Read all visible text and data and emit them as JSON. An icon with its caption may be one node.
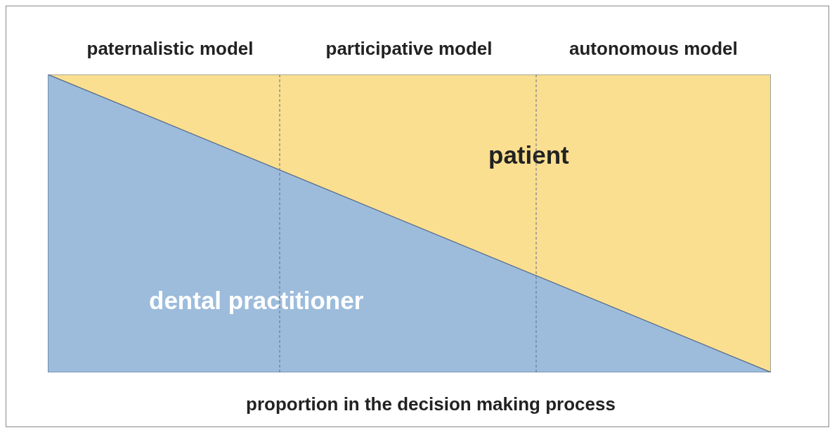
{
  "diagram": {
    "nodes": [
      {
        "text": [
          "patient"
        ]
      },
      {
        "text": [
          "dental practitioner"
        ]
      }
    ],
    "labels": [
      "paternalistic model",
      "participative model",
      "autonomous model",
      "proportion in the decision making process"
    ]
  }
}
